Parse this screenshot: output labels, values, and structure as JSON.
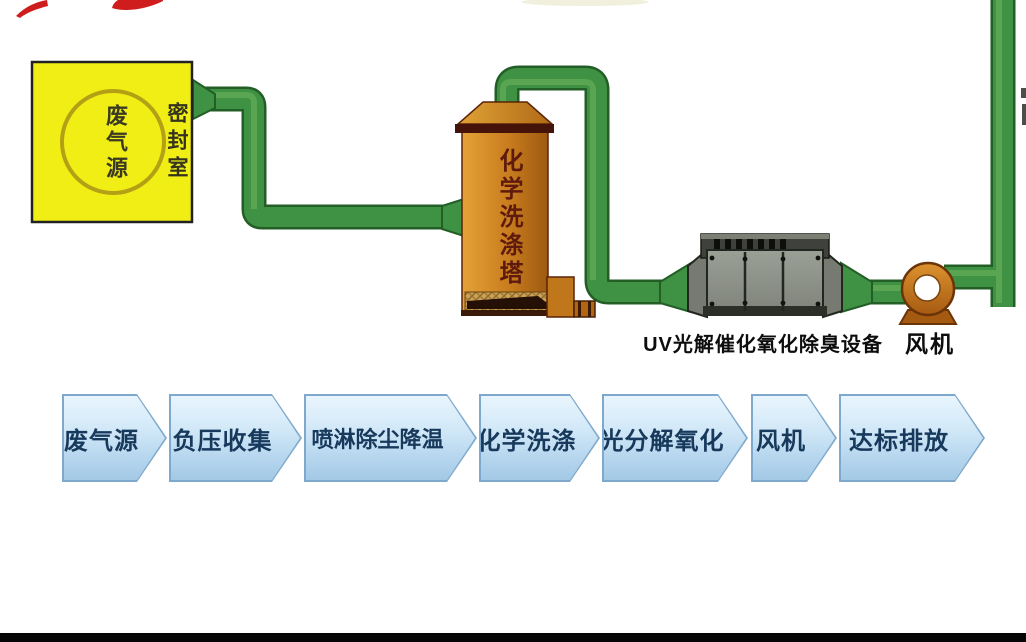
{
  "equipment": {
    "waste_gas_source": "废气源",
    "sealed_chamber": "密封室",
    "scrubber_tower": "化学洗涤塔",
    "uv_unit": "UV光解催化氧化除臭设备",
    "fan": "风机"
  },
  "flow": {
    "steps": [
      {
        "label": "废气源"
      },
      {
        "label": "负压收集"
      },
      {
        "label": "喷淋除尘降温"
      },
      {
        "label": "化学洗涤"
      },
      {
        "label": "光分解氧化"
      },
      {
        "label": "风机"
      },
      {
        "label": "达标排放"
      }
    ]
  },
  "colors": {
    "pipe_green": "#3f9144",
    "pipe_green_dark": "#235e27",
    "source_box_yellow": "#f1ee15",
    "tower_orange": "#c87c1e",
    "uv_gray": "#8e9188",
    "fan_orange": "#c87820",
    "arrow_blue_light": "#dceefb",
    "arrow_blue_dark": "#a3c9e6",
    "arrow_border": "#7fa9cc",
    "arrow_text": "#17395c"
  }
}
